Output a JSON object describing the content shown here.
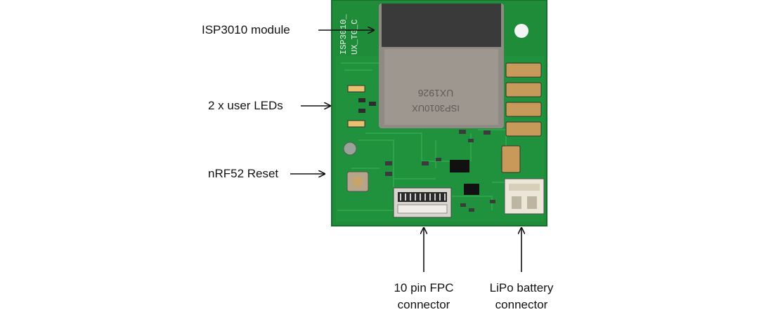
{
  "diagram": {
    "board_silkscreen": [
      "ISP3010_",
      "UX_TG_C"
    ],
    "chip_marking": "UX1926",
    "chip_marking_2": "ISP3010UX",
    "callouts": {
      "module": "ISP3010 module",
      "leds": "2 x user LEDs",
      "reset": "nRF52 Reset",
      "fpc_line1": "10 pin FPC",
      "fpc_line2": "connector",
      "battery_line1": "LiPo battery",
      "battery_line2": "connector"
    },
    "colors": {
      "pcb": "#1f8c3a",
      "pcb_dark": "#176e2d",
      "trace": "#2fa64c",
      "module_shield": "#8f8a84",
      "module_top": "#3a3a3a",
      "component": "#c79a5a",
      "arrow": "#111111"
    }
  }
}
